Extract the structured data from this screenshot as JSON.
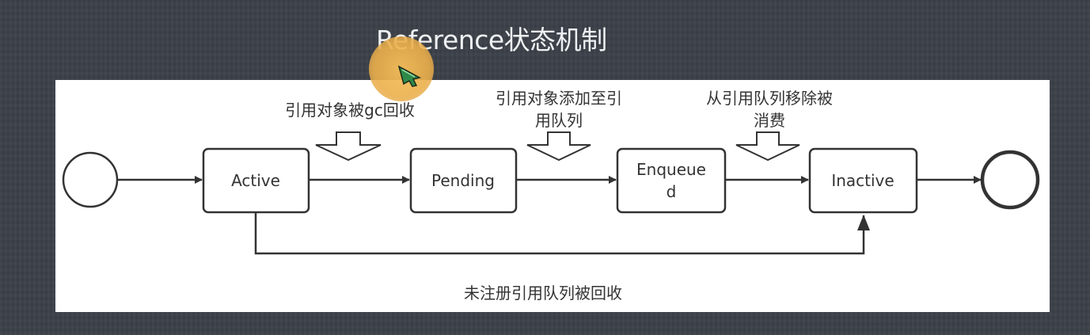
{
  "title": "Reference状态机制",
  "states": {
    "active": "Active",
    "pending": "Pending",
    "enqueued_line1": "Enqueue",
    "enqueued_line2": "d",
    "inactive": "Inactive"
  },
  "transitions": {
    "active_to_pending": "引用对象被gc回收",
    "pending_to_enqueued_line1": "引用对象添加至引",
    "pending_to_enqueued_line2": "用队列",
    "enqueued_to_inactive_line1": "从引用队列移除被",
    "enqueued_to_inactive_line2": "消费",
    "active_to_inactive": "未注册引用队列被回收"
  },
  "colors": {
    "background": "#3b4048",
    "panel": "#ffffff",
    "stroke": "#333333",
    "cursor_halo": "#f0b85a"
  },
  "icons": {
    "cursor": "pointer-cursor-icon"
  }
}
